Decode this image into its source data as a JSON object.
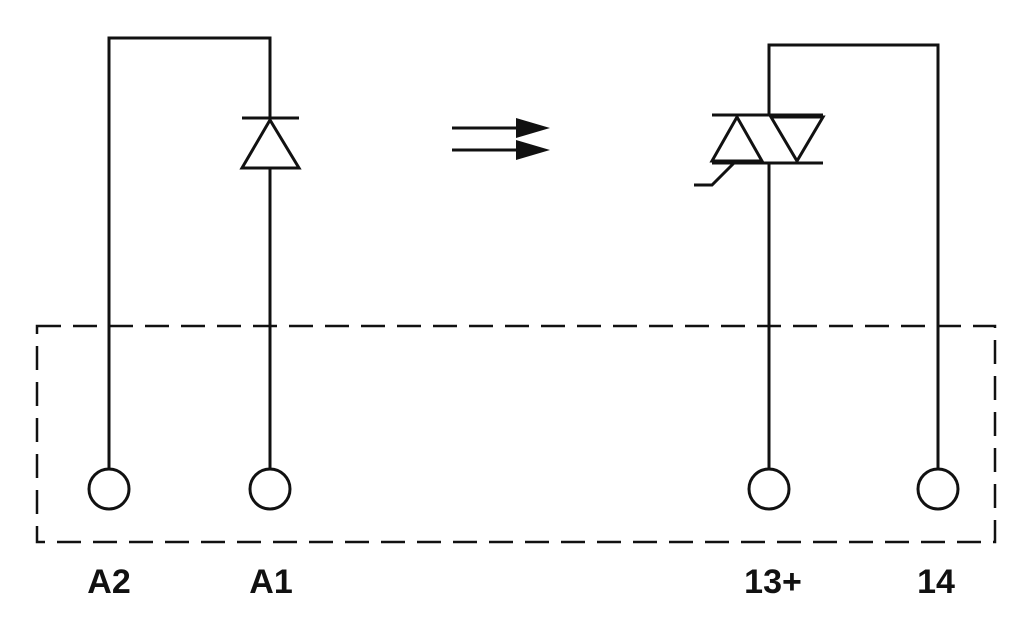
{
  "terminals": [
    {
      "id": "a2",
      "label": "A2"
    },
    {
      "id": "a1",
      "label": "A1"
    },
    {
      "id": "t13",
      "label": "13+"
    },
    {
      "id": "t14",
      "label": "14"
    }
  ],
  "colors": {
    "line": "#111111",
    "background": "#ffffff"
  }
}
